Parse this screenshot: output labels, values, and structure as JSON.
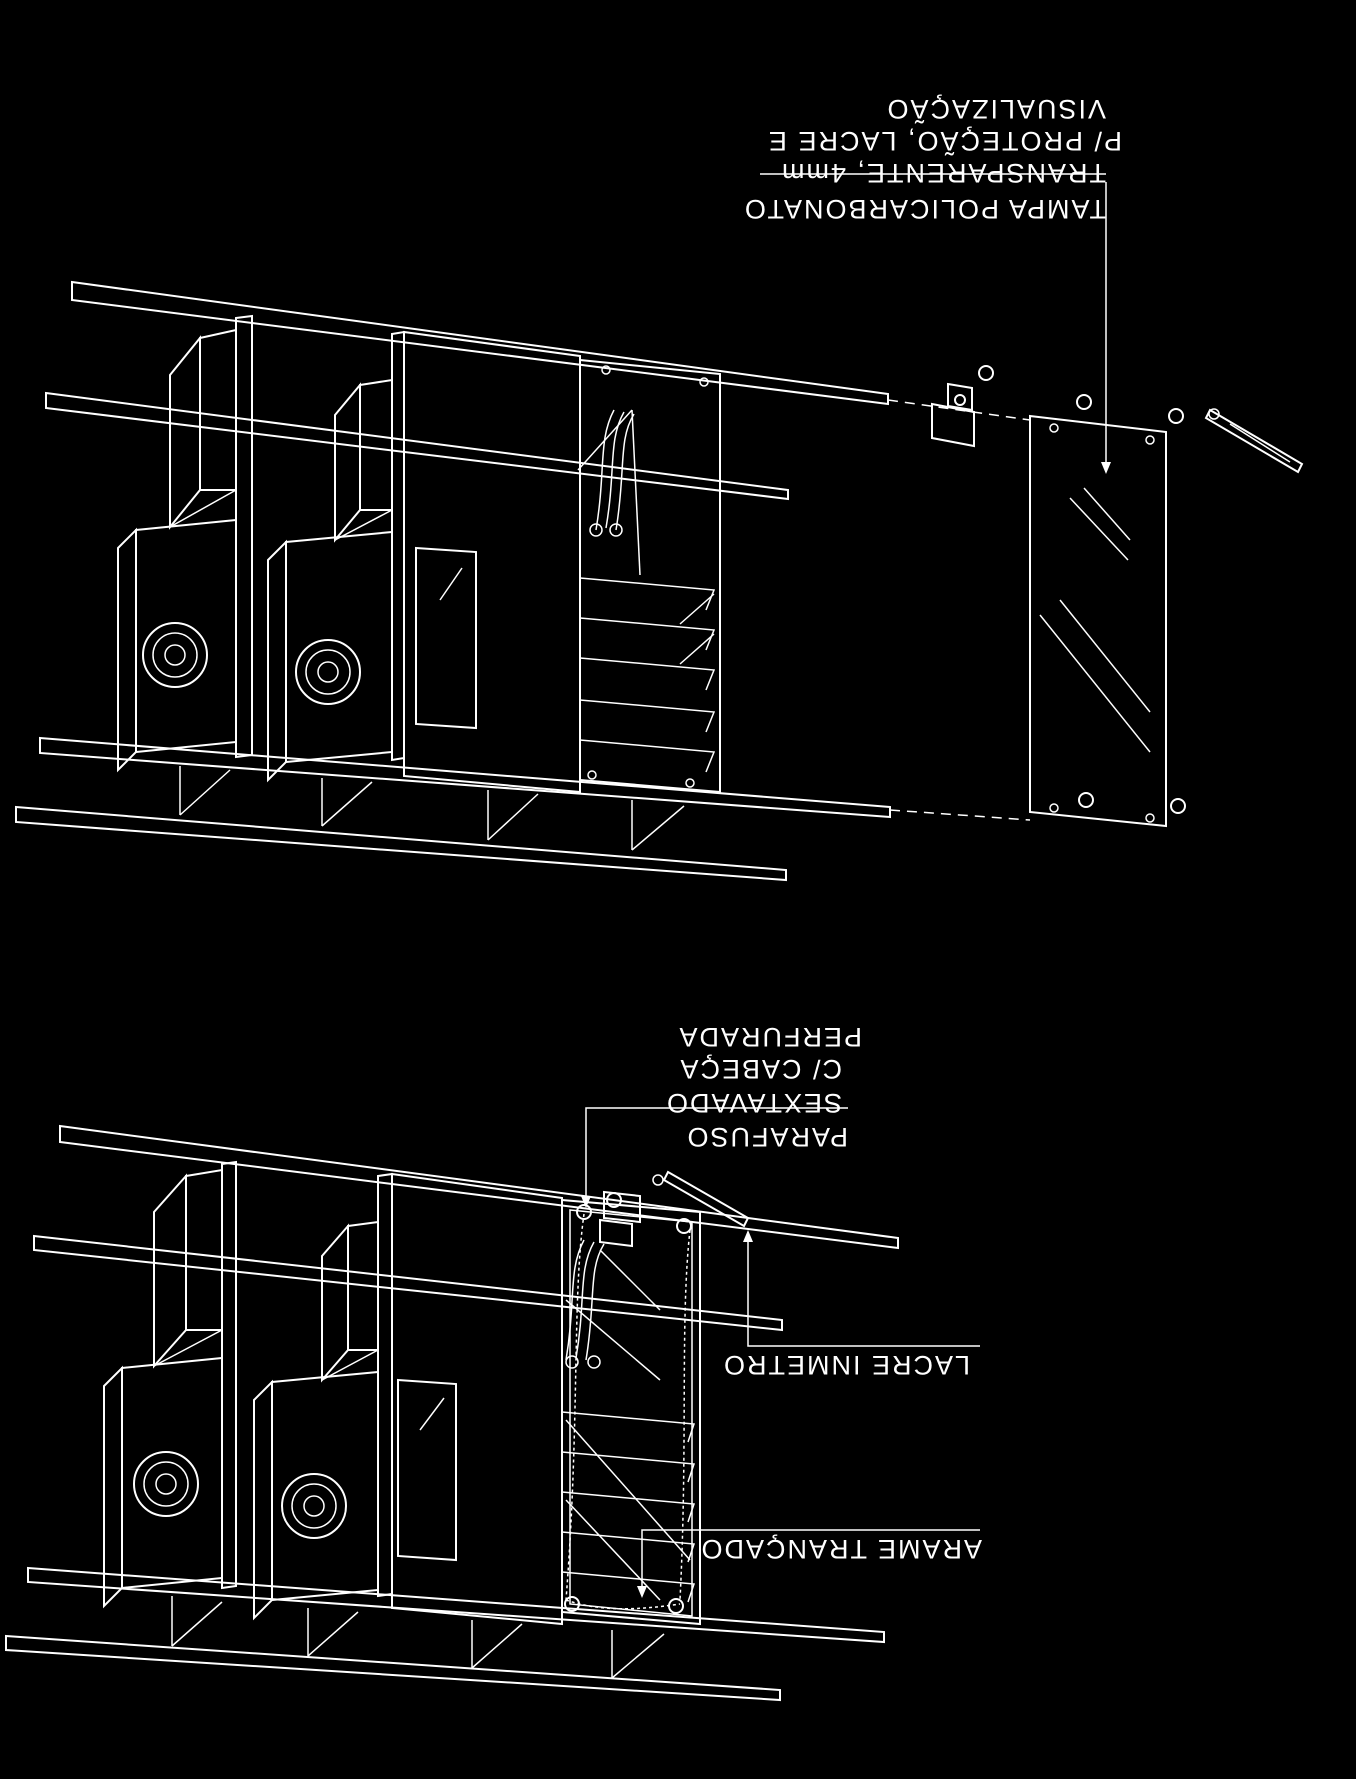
{
  "top_view": {
    "label_lines": [
      "TAMPA POLICARBONATO",
      "TRANSPARENTE, 4mm",
      "P/ PROTEÇÃO, LACRE E",
      "VISUALIZAÇÃO"
    ]
  },
  "bottom_view": {
    "screw_label_lines": [
      "PARAFUSO",
      "SEXTAVADO",
      "C/ CABEÇA",
      "PERFURADA"
    ],
    "seal_label": "LACRE INMETRO",
    "wire_label": "ARAME TRANÇADO"
  },
  "colors": {
    "background": "#000000",
    "line": "#ffffff"
  }
}
